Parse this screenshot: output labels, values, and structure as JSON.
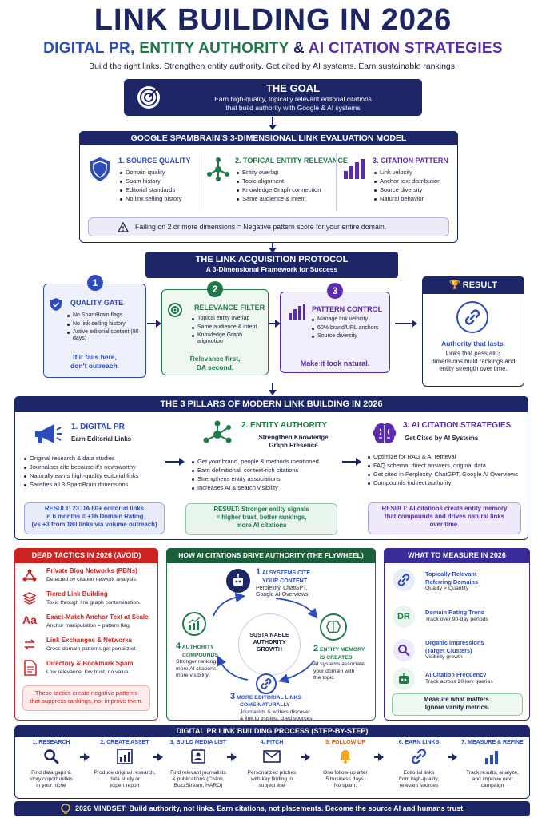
{
  "header": {
    "title": "LINK BUILDING IN 2026",
    "sub_a": "DIGITAL PR,",
    "sub_b": "ENTITY AUTHORITY",
    "sub_c": "&",
    "sub_d": "AI",
    "sub_e": "CITATION STRATEGIES",
    "tagline": "Build the right links. Strengthen entity authority. Get cited by AI systems. Earn sustainable rankings."
  },
  "goal": {
    "title": "THE GOAL",
    "line1": "Earn high-quality, topically relevant editorial citations",
    "line2": "that build authority with Google & AI systems"
  },
  "spambrain": {
    "title": "GOOGLE SPAMBRAIN'S 3-DIMENSIONAL LINK EVALUATION MODEL",
    "cols": [
      {
        "title": "1. SOURCE QUALITY",
        "items": [
          "Domain quality",
          "Spam history",
          "Editorial standards",
          "No link selling history"
        ]
      },
      {
        "title": "2. TOPICAL ENTITY RELEVANCE",
        "items": [
          "Entity overlap",
          "Topic alignment",
          "Knowledge Graph connection",
          "Same audience & intent"
        ]
      },
      {
        "title": "3. CITATION PATTERN",
        "items": [
          "Link velocity",
          "Anchor text distribution",
          "Source diversity",
          "Natural behavior"
        ]
      }
    ],
    "warning": "Failing on 2 or more dimensions = Negative pattern score for your entire domain."
  },
  "protocol": {
    "title": "THE LINK ACQUISITION PROTOCOL",
    "subtitle": "A 3-Dimensional Framework for Success",
    "gate": {
      "num": "1",
      "title": "QUALITY GATE",
      "items": [
        "No SpamBrain flags",
        "No link selling history",
        "Active editorial content (90 days)"
      ],
      "foot1": "If it fails here,",
      "foot2": "don't outreach."
    },
    "relevance": {
      "num": "2",
      "title": "RELEVANCE FILTER",
      "items": [
        "Topical entity overlap",
        "Same audience & intent",
        "Knowledge Graph aligmotion"
      ],
      "foot1": "Relevance first,",
      "foot2": "DA second."
    },
    "pattern": {
      "num": "3",
      "title": "PATTERN CONTROL",
      "items": [
        "Manage link velocity",
        "60% brand/URL anchors",
        "Source diversity"
      ],
      "foot": "Make it look natural."
    },
    "result": {
      "title": "RESULT",
      "head": "Authority that lasts.",
      "body": "Links that pass all 3 dimensions build rankings and entity strength over time."
    }
  },
  "pillars": {
    "title": "THE 3 PILLARS OF MODERN LINK BUILDING IN 2026",
    "p1": {
      "title": "1. DIGITAL PR",
      "sub": "Earn Editorial Links",
      "items": [
        "Original research & data studies",
        "Journalists cite because it's newsworthy",
        "Naturally earns high-quality editorial links",
        "Satisfies all 3 SpamBrain dimensions"
      ],
      "result1": "RESULT: 23 DA 60+ editorial links",
      "result2": "in 6 months = +16 Domain Rating",
      "result3": "(vs +3 from 180 links via volume outreach)"
    },
    "p2": {
      "title": "2. ENTITY AUTHORITY",
      "sub1": "Strengthen Knowledge",
      "sub2": "Graph Presence",
      "items": [
        "Get your brand, people & methods mentioned",
        "Earn definitional, context-rich citations",
        "Strengthens entity associations",
        "Increases AI & search visibility"
      ],
      "result1": "RESULT: Stronger entity signals",
      "result2": "= higher trust, better rankings,",
      "result3": "more AI citations"
    },
    "p3": {
      "title": "3. AI CITATION STRATEGIES",
      "sub": "Get Cited by AI Systems",
      "items": [
        "Optimize for RAG & AI retrieval",
        "FAQ schema, direct answers, original data",
        "Get cited in Perplexity, ChatGPT, Google AI Overviews",
        "Compounds indirect authority"
      ],
      "result1": "RESULT: AI citations create entity memory",
      "result2": "that compounds and drives natural links",
      "result3": "over time."
    }
  },
  "dead": {
    "title": "DEAD TACTICS IN 2026 (AVOID)",
    "items": [
      {
        "title": "Private Blog Networks (PBNs)",
        "desc": "Detected by citation network analysis."
      },
      {
        "title": "Tiered Link Building",
        "desc": "Toxic through link graph contamination."
      },
      {
        "title": "Exact-Match Anchor Text at Scale",
        "desc": "Anchor manipulation = pattern flag."
      },
      {
        "title": "Link Exchanges & Networks",
        "desc": "Cross-domain patterns get penalized."
      },
      {
        "title": "Directory & Bookmark Spam",
        "desc": "Low relevance, low trust, no value."
      }
    ],
    "foot1": "These tactics create negative patterns",
    "foot2": "that suppress rankings, not improve them.",
    "icon_aa": "Aa"
  },
  "flywheel": {
    "title": "HOW AI CITATIONS DRIVE AUTHORITY (THE FLYWHEEL)",
    "center1": "SUSTAINABLE",
    "center2": "AUTHORITY",
    "center3": "GROWTH",
    "s1": {
      "num": "1",
      "t1": "AI SYSTEMS CITE",
      "t2": "YOUR CONTENT",
      "d1": "Perplexity, ChatGPT,",
      "d2": "Google AI Overviews"
    },
    "s2": {
      "num": "2",
      "t1": "ENTITY MEMORY",
      "t2": "IS CREATED",
      "d1": "AI systems associate",
      "d2": "your domain with",
      "d3": "the topic"
    },
    "s3": {
      "num": "3",
      "t1": "MORE EDITORIAL LINKS",
      "t2": "COME NATURALLY",
      "d1": "Journalists & writers discover",
      "d2": "& link to trusted, cited sources"
    },
    "s4": {
      "num": "4",
      "t1": "AUTHORITY",
      "t2": "COMPOUNDS",
      "d1": "Stronger rankings,",
      "d2": "more AI citations,",
      "d3": "more visibility"
    }
  },
  "measure": {
    "title": "WHAT TO MEASURE IN 2026",
    "items": [
      {
        "t1": "Topically Relevant",
        "t2": "Referring Domains",
        "d": "Quality > Quantity"
      },
      {
        "t1": "Domain Rating Trend",
        "t2": "",
        "d": "Track over 90-day periods"
      },
      {
        "t1": "Organic Impressions",
        "t2": "(Target Clusters)",
        "d": "Visibility growth"
      },
      {
        "t1": "AI Citation Frequency",
        "t2": "",
        "d": "Track across 20 key queries"
      }
    ],
    "dr": "DR",
    "foot1": "Measure what matters.",
    "foot2": "Ignore vanity metrics."
  },
  "process": {
    "title": "DIGITAL PR LINK BUILDING PROCESS (STEP-BY-STEP)",
    "steps": [
      {
        "t": "1. RESEARCH",
        "d": [
          "Find data gaps &",
          "story opportunities",
          "in your niche"
        ]
      },
      {
        "t": "2. CREATE ASSET",
        "d": [
          "Produce original research,",
          "data study or",
          "expert report"
        ]
      },
      {
        "t": "3. BUILD MEDIA LIST",
        "d": [
          "Find relevant journalists",
          "& publications (Cision,",
          "BuzzStream, HARO)"
        ]
      },
      {
        "t": "4. PITCH",
        "d": [
          "Personalized pitches",
          "with key finding in",
          "subject line"
        ]
      },
      {
        "t": "5. FOLLOW UP",
        "d": [
          "One follow-up after",
          "5 business days.",
          "No spam."
        ]
      },
      {
        "t": "6. EARN LINKS",
        "d": [
          "Editorial links",
          "from high-quality,",
          "relevant sources"
        ]
      },
      {
        "t": "7. MEASURE & REFINE",
        "d": [
          "Track results, analyze,",
          "and improve next",
          "campaign"
        ]
      }
    ]
  },
  "mindset": "2026 MINDSET: Build authority, not links. Earn citations, not placements. Become the source AI and humans trust.",
  "colors": {
    "navy": "#1c2566",
    "blue": "#2c4bbf",
    "green": "#1f7a4a",
    "purple": "#5a2bb0",
    "red": "#cc2222"
  }
}
